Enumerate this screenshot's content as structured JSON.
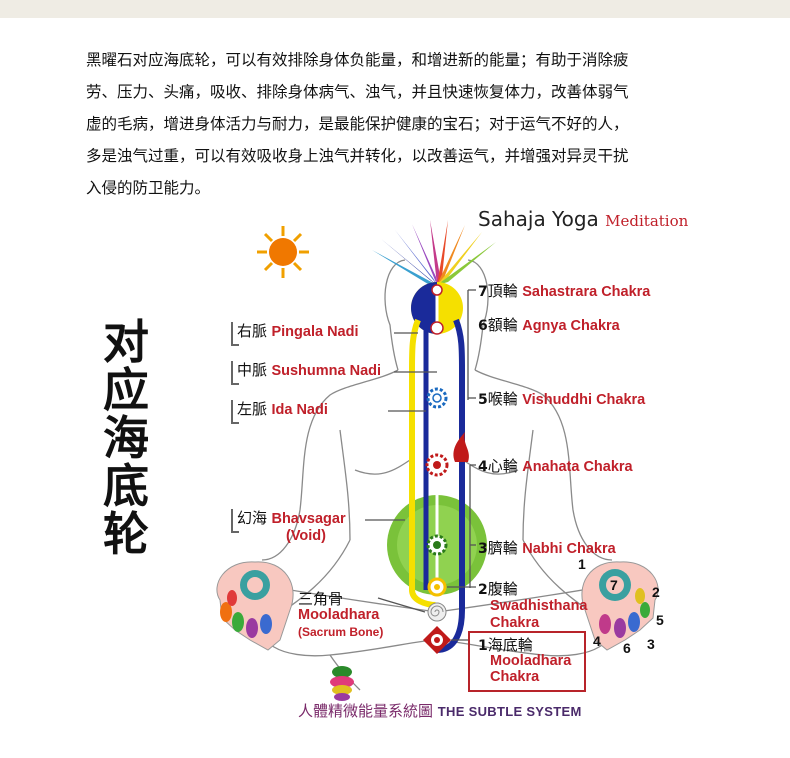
{
  "paragraph_lines": [
    "黑曜石对应海底轮，可以有效排除身体负能量，和增进新的能量；有助于消除疲",
    "劳、压力、头痛，吸收、排除身体病气、浊气，并且快速恢复体力，改善体弱气",
    "虚的毛病，增进身体活力与耐力，是最能保护健康的宝石；对于运气不好的人，",
    "多是浊气过重，可以有效吸收身上浊气并转化，以改善运气，并增强对异灵干扰",
    "入侵的防卫能力。"
  ],
  "vertical_title": [
    "对",
    "应",
    "海",
    "底",
    "轮"
  ],
  "sahaja_title": "Sahaja Yoga",
  "sahaja_subtitle": "Meditation",
  "left_labels": {
    "pingala_cn": "右脈",
    "pingala_en": "Pingala Nadi",
    "sushumna_cn": "中脈",
    "sushumna_en": "Sushumna Nadi",
    "ida_cn": "左脈",
    "ida_en": "Ida Nadi",
    "bhavsagar_cn": "幻海",
    "bhavsagar_en": "Bhavsagar",
    "void_en": "(Void)",
    "sacrum_cn": "三角骨",
    "sacrum_en": "Mooladhara",
    "sacrum_sub": "(Sacrum Bone)"
  },
  "chakras": [
    {
      "num": "7",
      "cn": "頂輪",
      "en": "Sahastrara Chakra"
    },
    {
      "num": "6",
      "cn": "額輪",
      "en": "Agnya Chakra"
    },
    {
      "num": "5",
      "cn": "喉輪",
      "en": "Vishuddhi Chakra"
    },
    {
      "num": "4",
      "cn": "心輪",
      "en": "Anahata Chakra"
    },
    {
      "num": "3",
      "cn": "臍輪",
      "en": "Nabhi Chakra"
    },
    {
      "num": "2",
      "cn": "腹輪",
      "en": "Swadhisthana",
      "en2": "Chakra"
    },
    {
      "num": "1",
      "cn": "海底輪",
      "en": "Mooladhara",
      "en2": "Chakra"
    }
  ],
  "hand_numbers": [
    "1",
    "7",
    "2",
    "5",
    "4",
    "6",
    "3"
  ],
  "caption_cn": "人體精微能量系統圖",
  "caption_en": "THE SUBTLE SYSTEM",
  "colors": {
    "red_label": "#c0202a",
    "yellow_channel": "#f5e000",
    "blue_channel": "#1a2a9a",
    "green_void": "#5aa02a",
    "sun": "#f08a00",
    "moon": "#2a2a9a"
  }
}
